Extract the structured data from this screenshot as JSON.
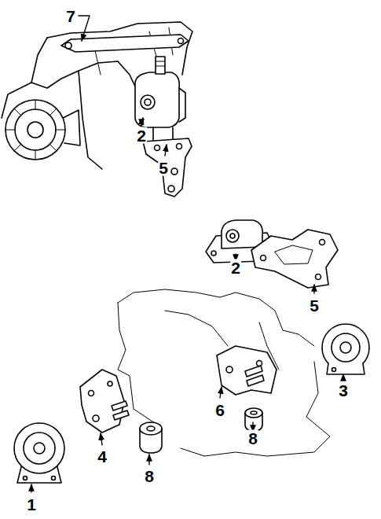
{
  "diagram": {
    "labels": [
      "7",
      "2",
      "5",
      "2",
      "5",
      "3",
      "6",
      "8",
      "4",
      "8",
      "1"
    ]
  }
}
